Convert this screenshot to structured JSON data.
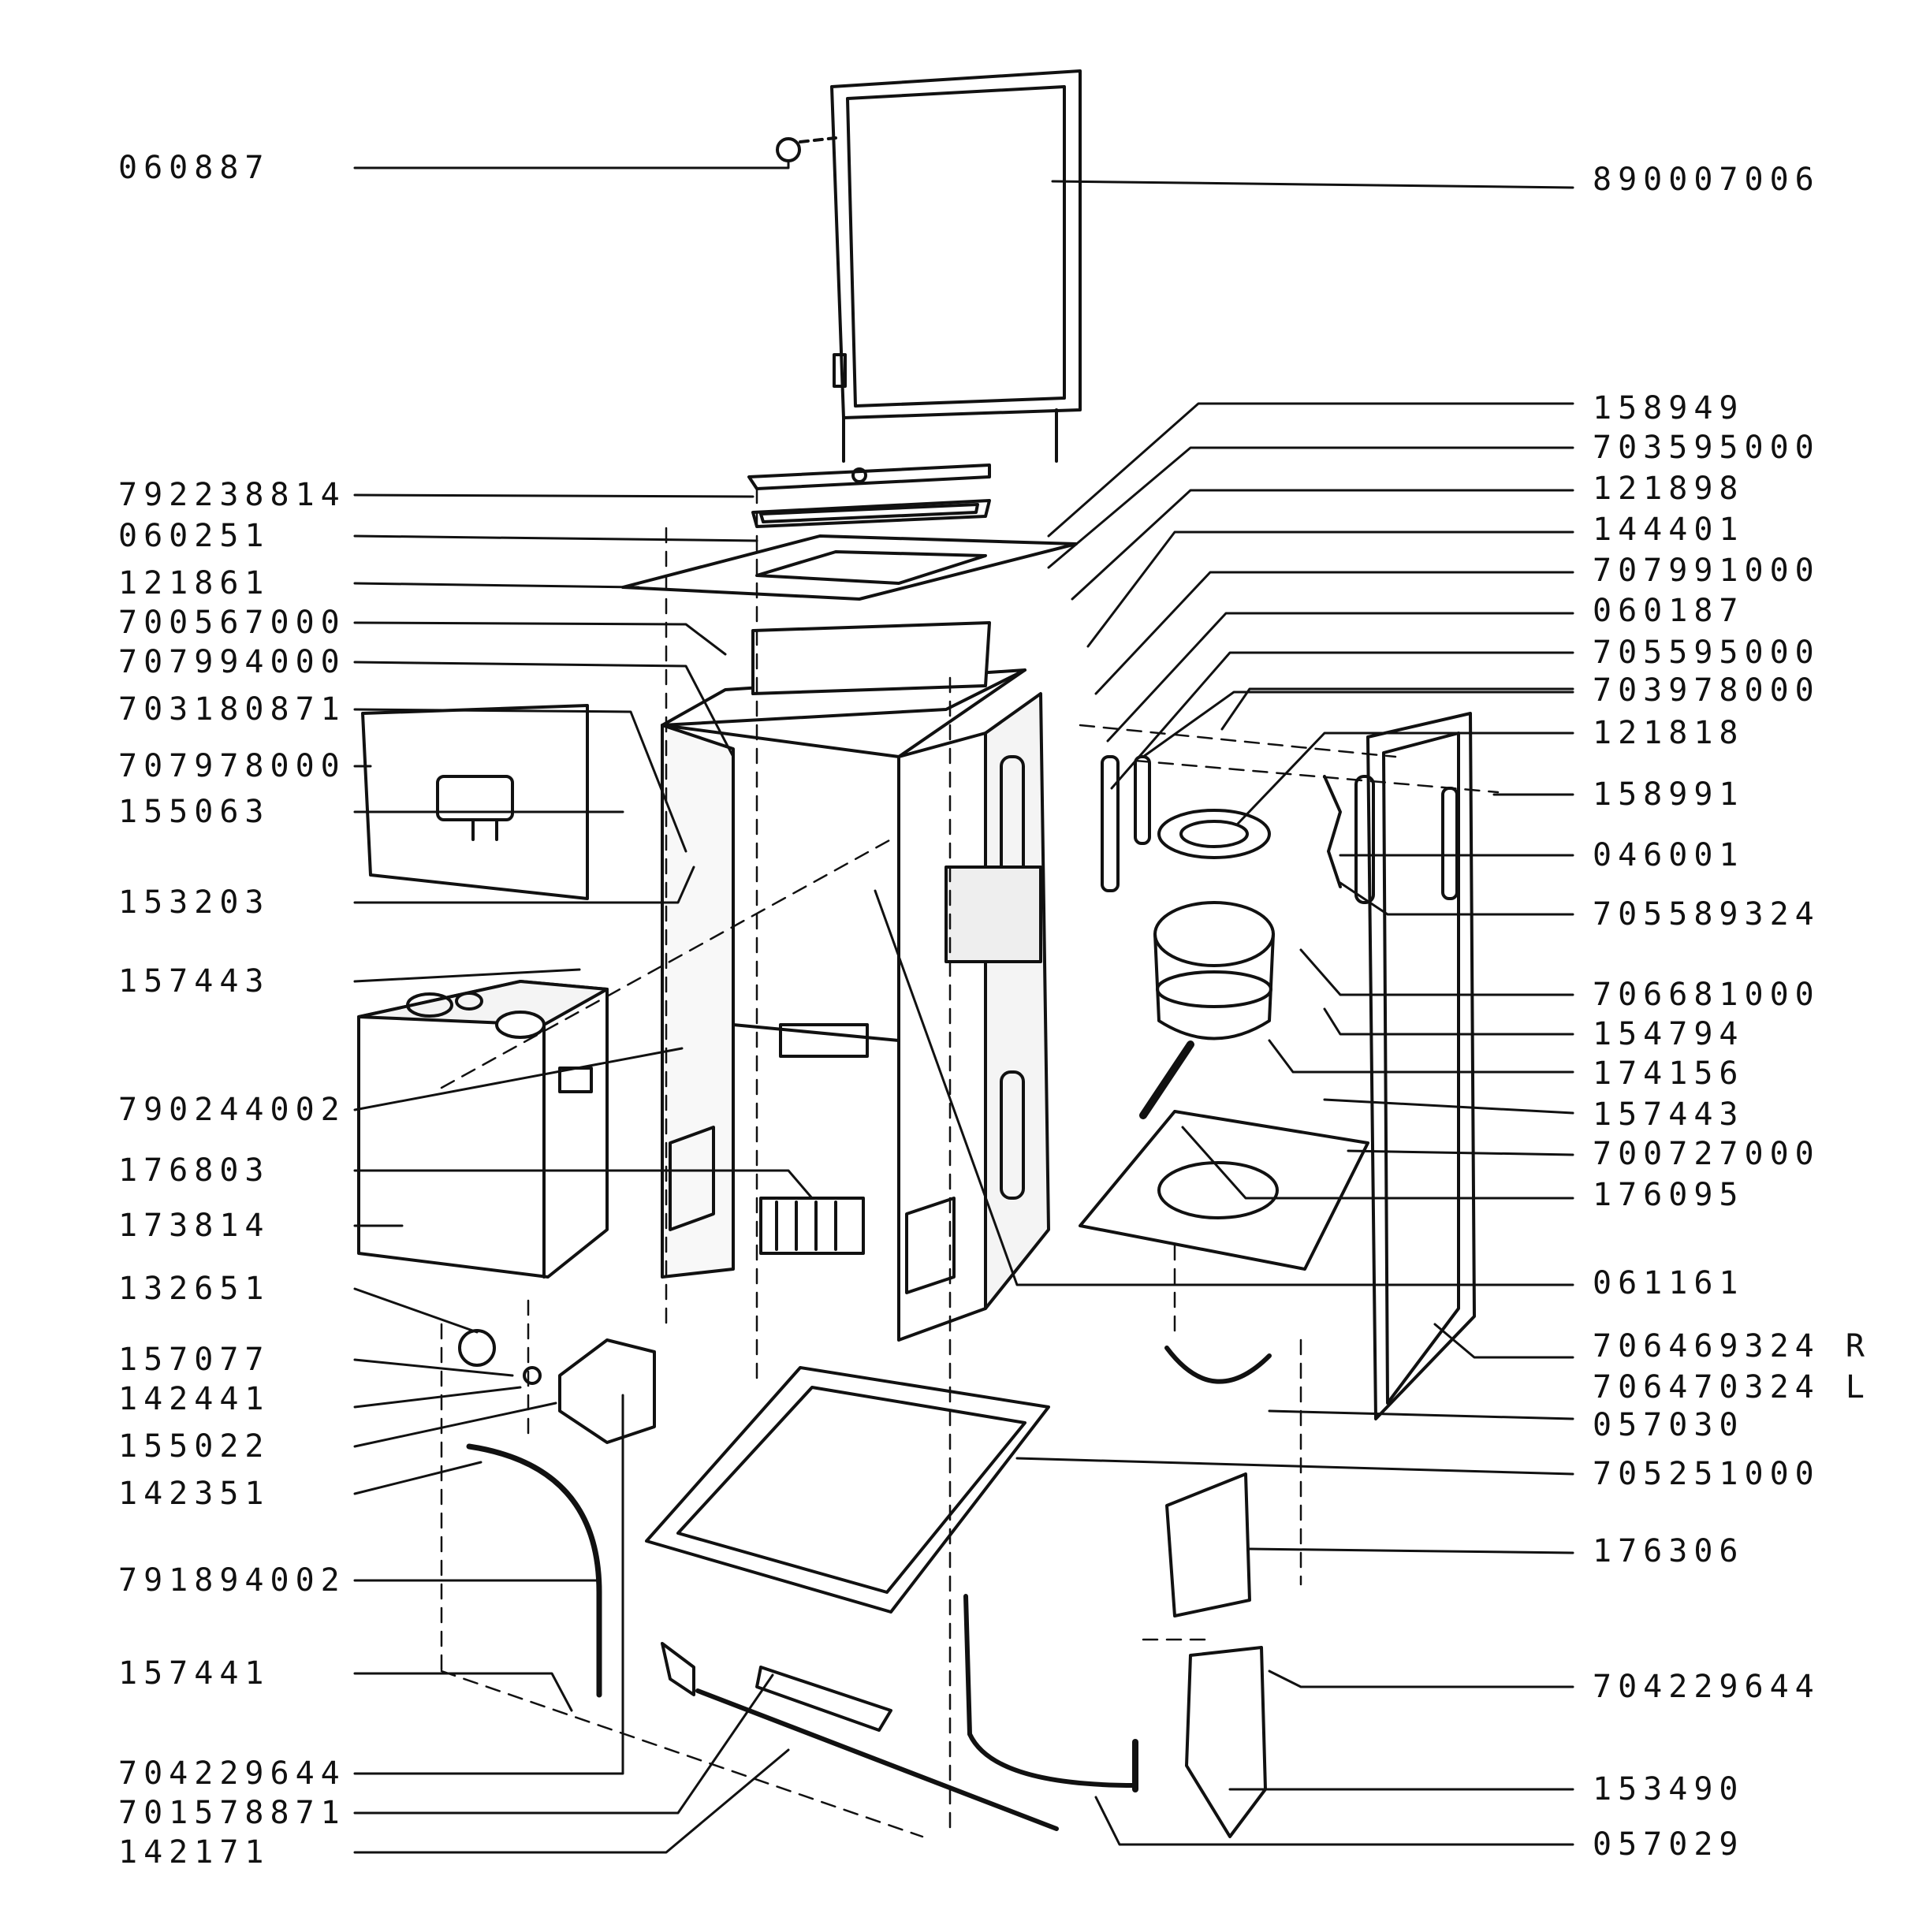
{
  "colors": {
    "ink": "#111111",
    "paper": "#ffffff",
    "panel": "#f4f4f4"
  },
  "left_labels": [
    "060887",
    "792238814",
    "060251",
    "121861",
    "700567000",
    "707994000",
    "703180871",
    "707978000",
    "155063",
    "153203",
    "157443",
    "790244002",
    "176803",
    "173814",
    "132651",
    "157077",
    "142441",
    "155022",
    "142351",
    "791894002",
    "157441",
    "704229644",
    "701578871",
    "142171"
  ],
  "right_labels": [
    "890007006",
    "158949",
    "703595000",
    "121898",
    "144401",
    "707991000",
    "060187",
    "705595000",
    "703978000",
    "121818",
    "158991",
    "046001",
    "705589324",
    "706681000",
    "154794",
    "174156",
    "157443",
    "700727000",
    "176095",
    "061161",
    "706469324 R",
    "706470324 L",
    "057030",
    "705251000",
    "176306",
    "704229644",
    "153490",
    "057029"
  ]
}
